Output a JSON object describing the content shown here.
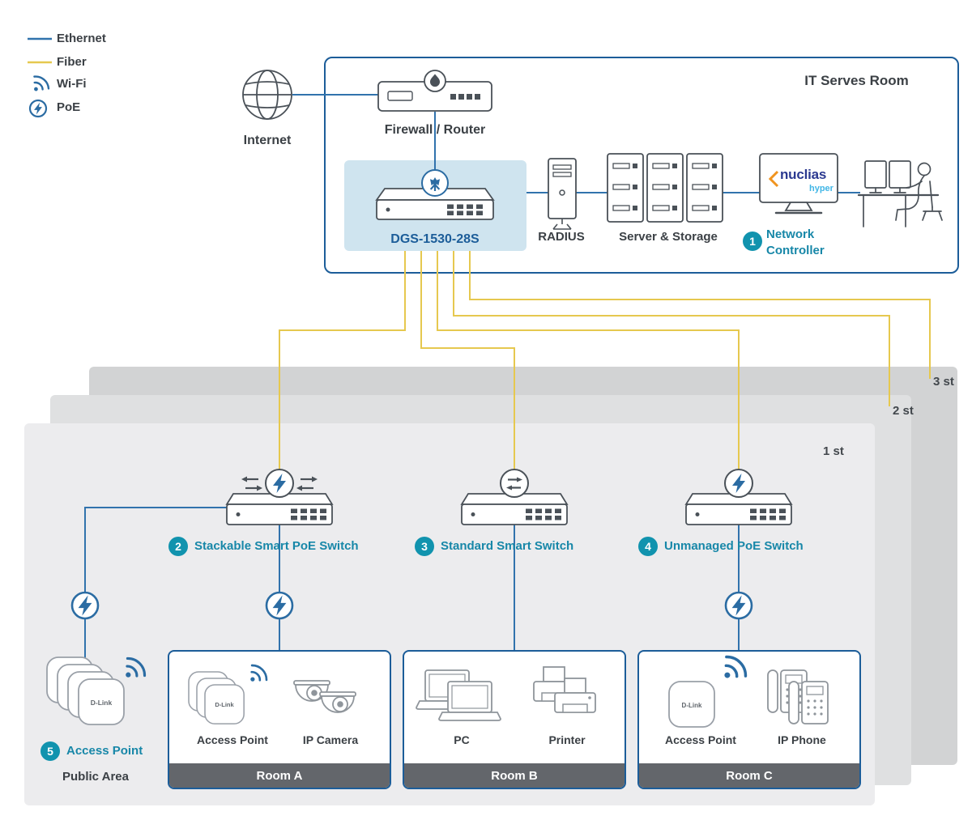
{
  "legend": {
    "items": [
      {
        "label": "Ethernet"
      },
      {
        "label": "Fiber"
      },
      {
        "label": "Wi-Fi"
      },
      {
        "label": "PoE"
      }
    ]
  },
  "internet": {
    "label": "Internet"
  },
  "it_room": {
    "title": "IT Serves Room",
    "firewall_label": "Firewall / Router",
    "core_switch_label": "DGS-1530-28S",
    "radius_label": "RADIUS",
    "servers_label": "Server & Storage",
    "controller": {
      "badge": "1",
      "label": "Network Controller",
      "brand": "nuclias",
      "brand_sub": "hyper"
    }
  },
  "floors": [
    {
      "label": "3 st"
    },
    {
      "label": "2 st"
    },
    {
      "label": "1 st"
    }
  ],
  "access_switches": [
    {
      "badge": "2",
      "label": "Stackable Smart PoE Switch"
    },
    {
      "badge": "3",
      "label": "Standard Smart Switch"
    },
    {
      "badge": "4",
      "label": "Unmanaged PoE Switch"
    }
  ],
  "public_area": {
    "badge": "5",
    "label": "Access Point",
    "caption": "Public Area"
  },
  "rooms": [
    {
      "name": "Room A",
      "device1": "Access Point",
      "device2": "IP Camera"
    },
    {
      "name": "Room B",
      "device1": "PC",
      "device2": "Printer"
    },
    {
      "name": "Room C",
      "device1": "Access Point",
      "device2": "IP Phone"
    }
  ],
  "brand_small": "D-Link",
  "colors": {
    "ethernet": "#3173ad",
    "fiber": "#e6c84f",
    "badge": "#1193ae",
    "accent_teal": "#17809e",
    "dlink_blue": "#1c5d99",
    "nuclias_navy": "#2b3990",
    "nuclias_orange": "#f0941f",
    "nuclias_teal": "#41b6e6"
  }
}
